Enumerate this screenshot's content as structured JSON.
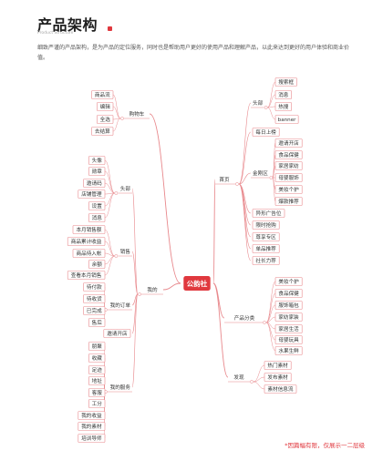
{
  "header": {
    "title": "产品架构",
    "subtitle": "Product Structure",
    "intro": "细致严谨的产品架构，是为产品的定位服务，同时也是帮助用户更好的使用产品和理解产品，以此来达到更好的用户体验和商业价值。"
  },
  "footnote": "*因篇幅有限，仅展示一二层级",
  "colors": {
    "accent": "#e0383e",
    "line": "#e8888c",
    "box_fill": "#ffffff",
    "text": "#333333"
  },
  "mindmap": {
    "root": "公韵社",
    "branches": [
      {
        "label": "首页",
        "groups": [
          {
            "label": "头部",
            "items": [
              "搜索框",
              "消息",
              "热搜",
              "banner"
            ]
          },
          {
            "label": "每日上榜",
            "items": []
          },
          {
            "label": "金刚区",
            "items": [
              "邀请开店",
              "食品保健",
              "家居家纺",
              "母婴服饰",
              "美妆个护",
              "爆款推荐"
            ]
          },
          {
            "label": "异形广告位",
            "items": []
          },
          {
            "label": "限时抢购",
            "items": []
          },
          {
            "label": "尊享专区",
            "items": []
          },
          {
            "label": "单品推荐",
            "items": []
          },
          {
            "label": "社长力荐",
            "items": []
          }
        ]
      },
      {
        "label": "产品分类",
        "groups": [
          {
            "label": "美妆个护",
            "items": []
          },
          {
            "label": "食品保健",
            "items": []
          },
          {
            "label": "服饰箱包",
            "items": []
          },
          {
            "label": "家纺家装",
            "items": []
          },
          {
            "label": "家居生活",
            "items": []
          },
          {
            "label": "母婴玩具",
            "items": []
          },
          {
            "label": "水果生鲜",
            "items": []
          }
        ]
      },
      {
        "label": "发现",
        "groups": [
          {
            "label": "热门素材",
            "items": []
          },
          {
            "label": "发布素材",
            "items": []
          },
          {
            "label": "素材信息流",
            "items": []
          }
        ]
      },
      {
        "label": "购物车",
        "groups": [
          {
            "label": "商品流",
            "items": []
          },
          {
            "label": "编辑",
            "items": []
          },
          {
            "label": "全选",
            "items": []
          },
          {
            "label": "去结算",
            "items": []
          }
        ]
      },
      {
        "label": "我的",
        "groups": [
          {
            "label": "头部",
            "items": [
              "头像",
              "勋章",
              "邀请码",
              "店铺管理",
              "设置",
              "消息"
            ]
          },
          {
            "label": "销售",
            "items": [
              "本月销售额",
              "商品累计收益",
              "商品待入帐",
              "余额",
              "查看本月销售"
            ]
          },
          {
            "label": "我的订单",
            "items": [
              "待付款",
              "待收货",
              "已完成",
              "售后"
            ]
          },
          {
            "label": "邀请开店",
            "items": []
          },
          {
            "label": "我的服务",
            "items": [
              "朋聚",
              "收藏",
              "足迹",
              "地址",
              "客服",
              "工分",
              "我的收益",
              "我的素材",
              "培训导师"
            ]
          }
        ]
      }
    ]
  }
}
